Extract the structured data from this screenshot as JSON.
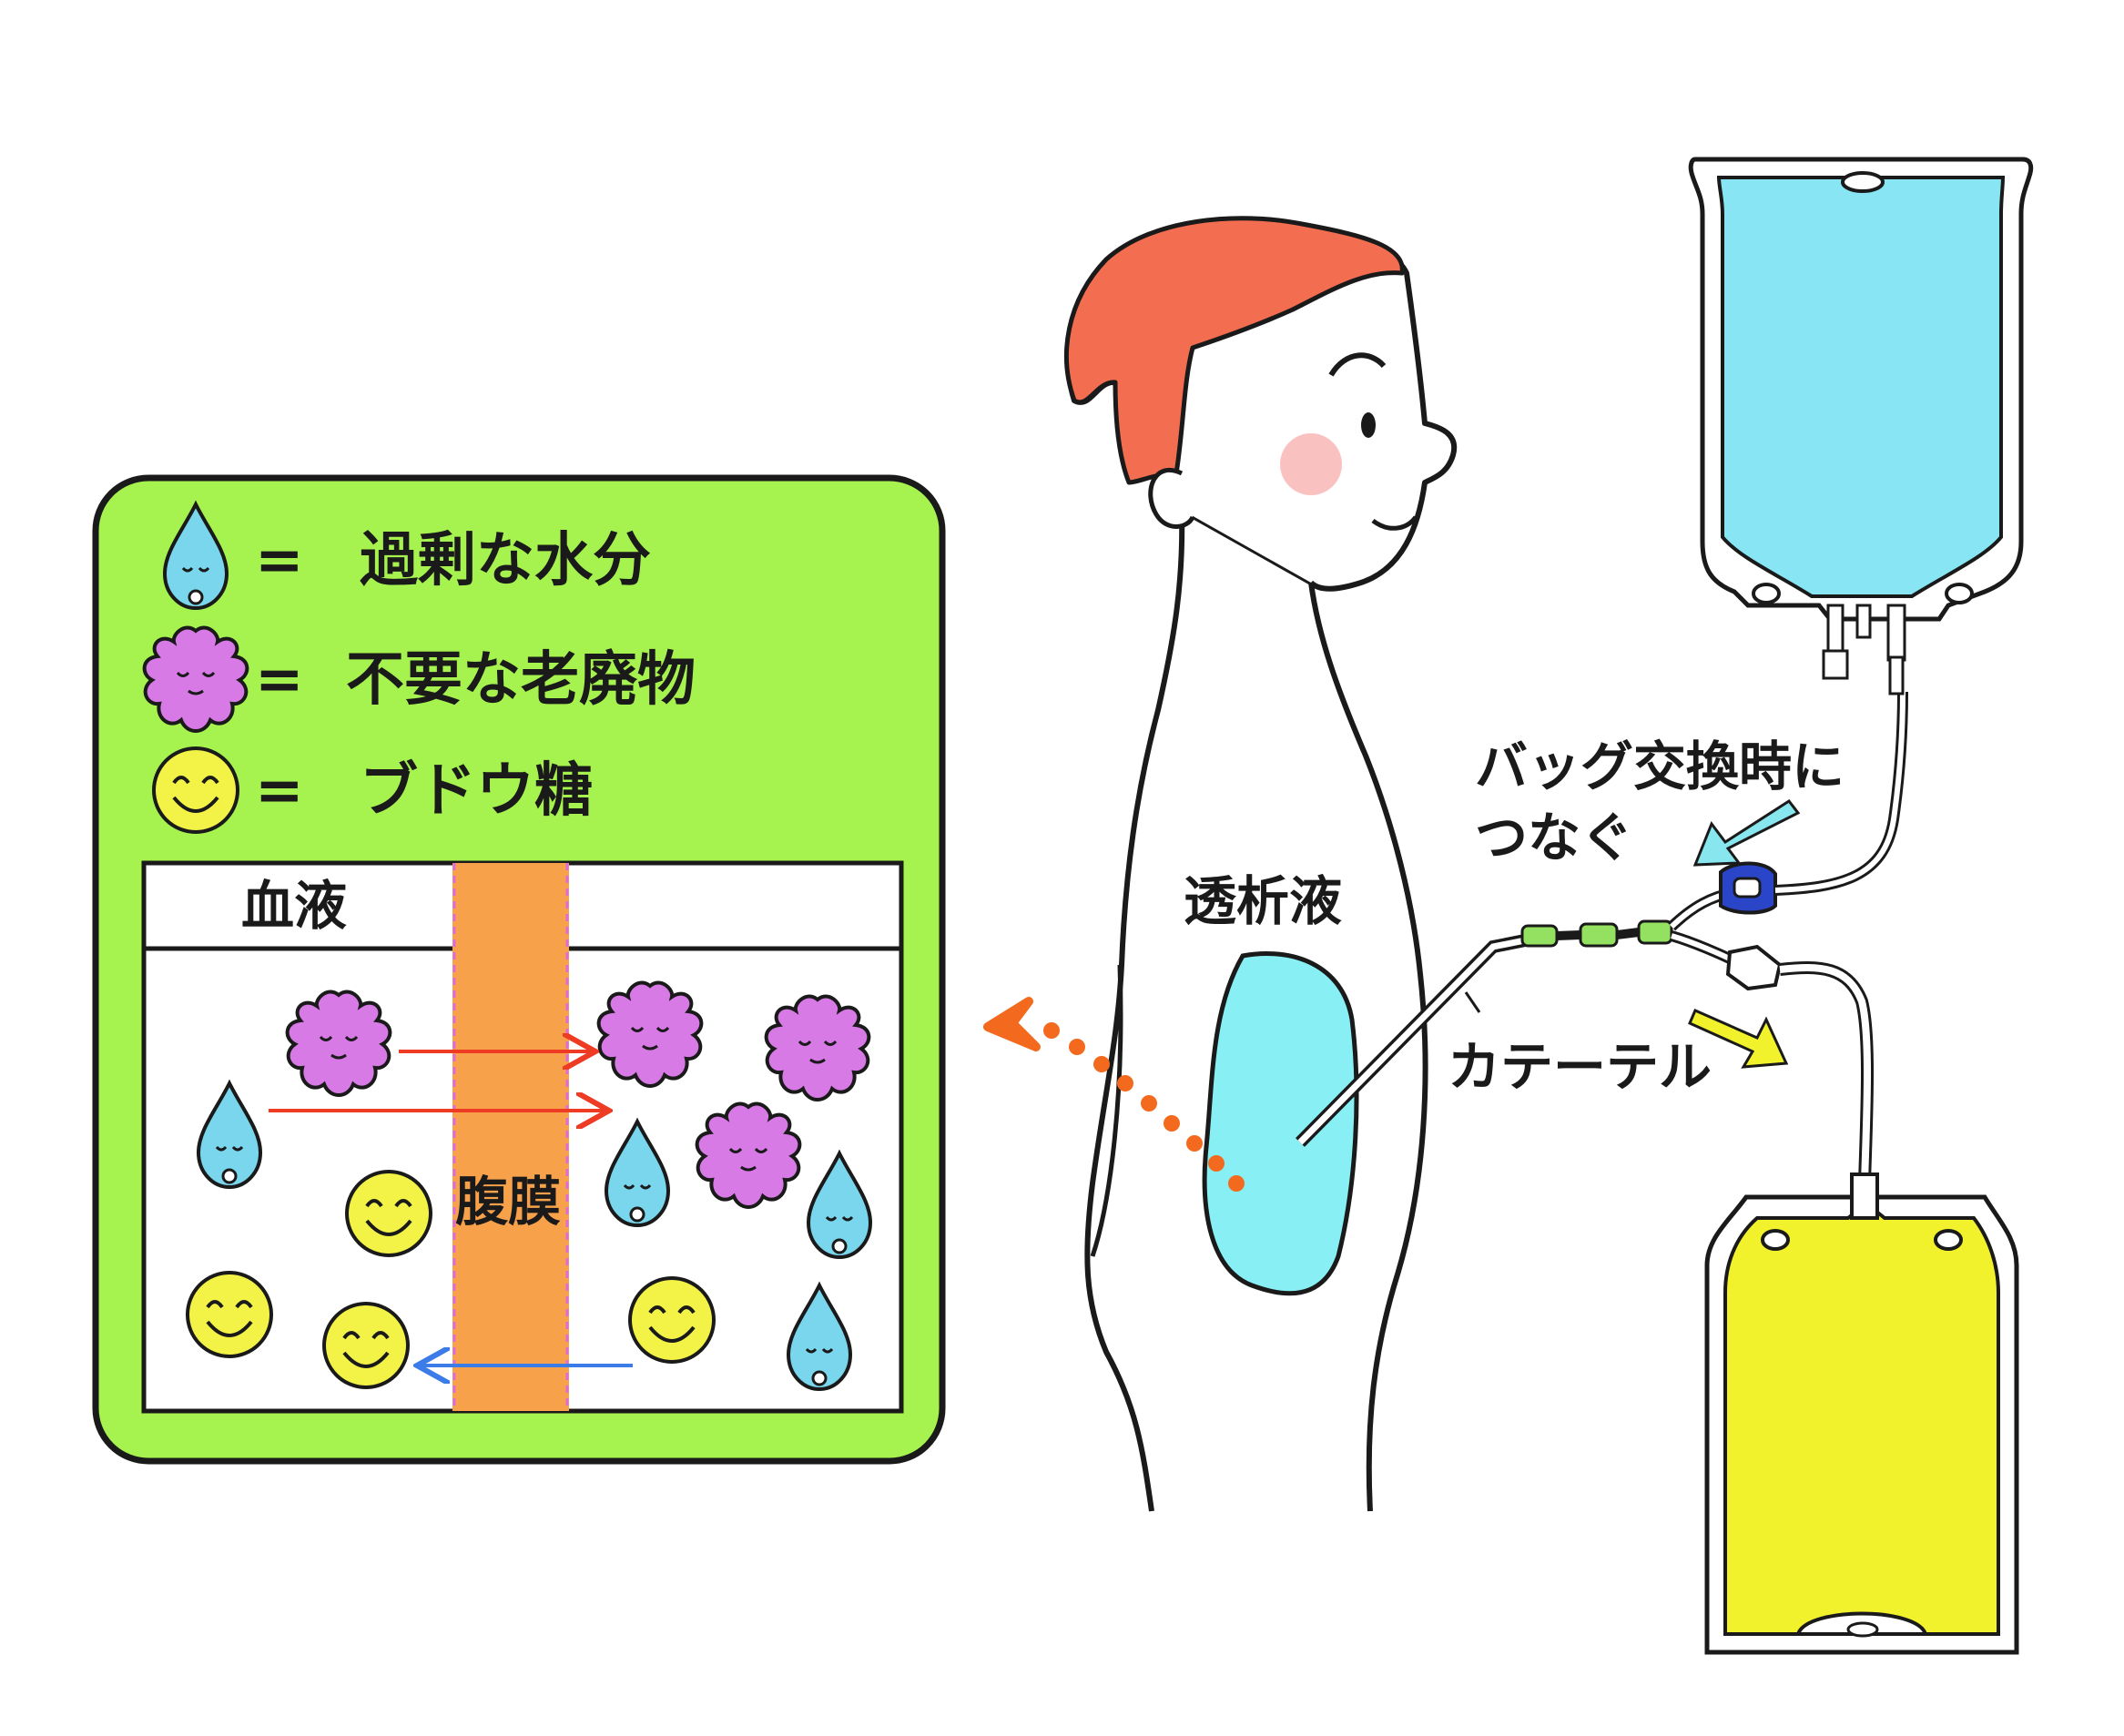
{
  "legend": {
    "water": {
      "symbol": "=",
      "label": "過剰な水分",
      "icon": "water-drop-icon"
    },
    "waste": {
      "symbol": "=",
      "label": "不要な老廃物",
      "icon": "waste-particle-icon"
    },
    "glucose": {
      "symbol": "=",
      "label": "ブドウ糖",
      "icon": "smiley-glucose-icon"
    }
  },
  "exchange_diagram": {
    "blood_label": "血液",
    "membrane_label": "腹膜",
    "dialysate_label": ""
  },
  "body": {
    "dialysate_label": "透析液"
  },
  "callouts": {
    "connect_line1": "バッグ交換時に",
    "connect_line2": "つなぐ",
    "catheter": "カテーテル"
  },
  "colors": {
    "panel_green": "#a6f24f",
    "dialysate_blue": "#88f0f4",
    "waste_purple": "#d77ae6",
    "glucose_yellow": "#f2f247",
    "drain_yellow": "#f2f22c",
    "membrane_orange": "#f7a24a",
    "hair_red": "#f36e50",
    "arrow_red": "#ee3b24",
    "arrow_blue": "#3b7ce8",
    "dot_orange": "#f36a1e",
    "connector_blue": "#2a45c8",
    "connector_green": "#94e060"
  }
}
